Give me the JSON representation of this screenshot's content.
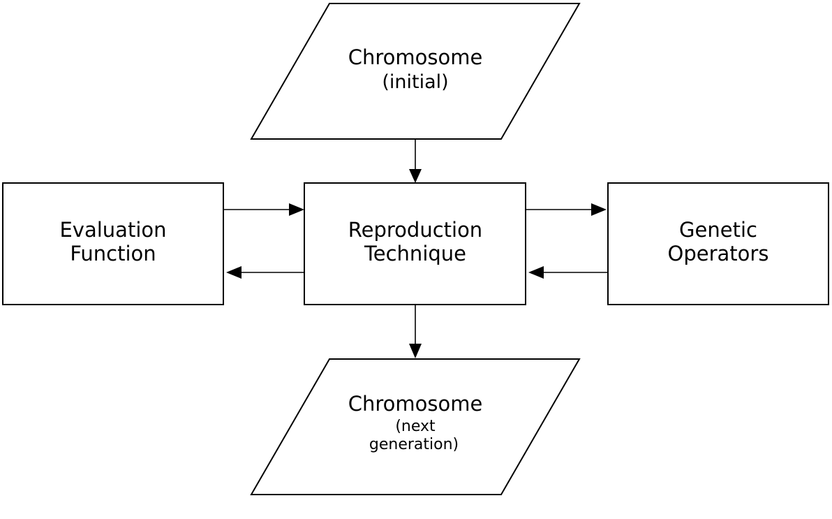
{
  "diagram": {
    "colors": {
      "stroke": "#000000",
      "fill": "#ffffff",
      "text": "#000000"
    },
    "nodes": {
      "chromosome_initial": {
        "line1": "Chromosome",
        "line2": "(initial)"
      },
      "reproduction": {
        "line1": "Reproduction",
        "line2": "Technique"
      },
      "evaluation": {
        "line1": "Evaluation",
        "line2": "Function"
      },
      "operators": {
        "line1": "Genetic",
        "line2": "Operators"
      },
      "chromosome_next": {
        "line1": "Chromosome",
        "line2": "(next",
        "line3": "generation)"
      }
    },
    "edges": [
      {
        "from": "chromosome_initial",
        "to": "reproduction"
      },
      {
        "from": "evaluation",
        "to": "reproduction"
      },
      {
        "from": "reproduction",
        "to": "evaluation"
      },
      {
        "from": "reproduction",
        "to": "operators"
      },
      {
        "from": "operators",
        "to": "reproduction"
      },
      {
        "from": "reproduction",
        "to": "chromosome_next"
      }
    ]
  }
}
